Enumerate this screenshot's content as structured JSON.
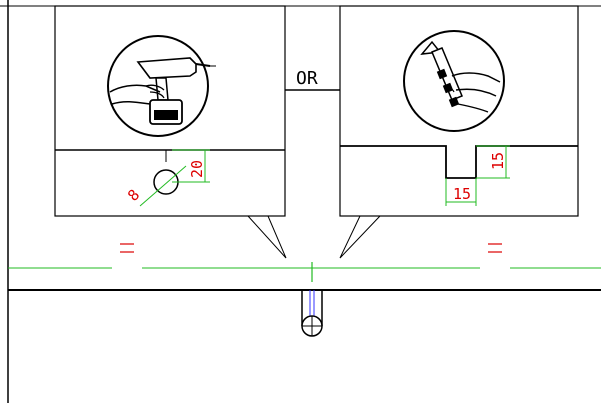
{
  "connector_label": "OR",
  "colors": {
    "line": "#000000",
    "center_line": "#22bb22",
    "dimension": "#22bb22",
    "dimension_text": "#dd0000",
    "equal_marks": "#dd0000",
    "sleeve": "#3333ff"
  },
  "left_panel": {
    "icon": "drill-in-hand-icon",
    "dimensions": {
      "hole_diameter": "8",
      "hole_offset": "20"
    }
  },
  "right_panel": {
    "icon": "utility-knife-in-hand-icon",
    "dimensions": {
      "notch_depth": "15",
      "notch_width": "15"
    }
  },
  "symbols": {
    "equal_mark": "="
  }
}
